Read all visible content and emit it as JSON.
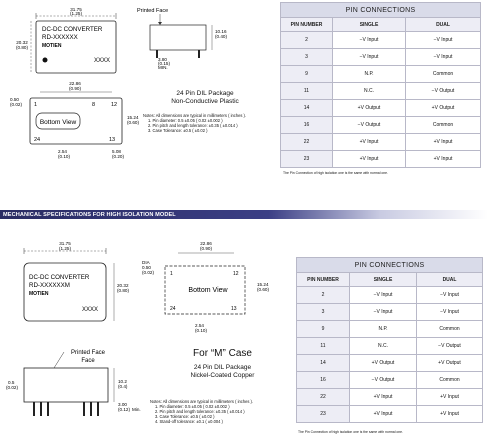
{
  "top": {
    "module": {
      "line1": "DC-DC CONVERTER",
      "line2": "RD-XXXXXX",
      "brand": "MOTIEN",
      "code": "XXXX"
    },
    "dims": {
      "width": "31.75",
      "width_in": "(1.25)",
      "height": "20.32",
      "height_in": "(0.80)",
      "side_height": "10.16",
      "side_height_in": "(0.40)",
      "lead_len": "3.80",
      "lead_len_in": "(0.15)",
      "lead_len_note": "MIN.",
      "pitch_total": "22.86",
      "pitch_total_in": "(0.90)",
      "row_space": "15.24",
      "row_space_in": "(0.60)",
      "edge": "0.50",
      "edge_in": "(0.02)",
      "pitch": "2.54",
      "pitch_in": "(0.10)",
      "pin_off": "5.08",
      "pin_off_in": "(0.20)"
    },
    "printed_face": "Printed Face",
    "bottom_view": "Bottom View",
    "pin_labels": {
      "p1": "1",
      "p12": "12",
      "p13": "13",
      "p24": "24",
      "p8": "8"
    },
    "package": "24 Pin DIL Package",
    "material": "Non-Conductive Plastic",
    "notes": {
      "head": "Notes: All dimensions are typical in millimeters ( inches ).",
      "n1": "1.  Pin diameter: 0.5 ±0.05 ( 0.02 ±0.002 )",
      "n2": "2.  Pin pitch and length tolerance: ±0.35 ( ±0.014 )",
      "n3": "3.  Case Tolerance: ±0.5 ( ±0.02 )"
    },
    "table": {
      "title": "PIN CONNECTIONS",
      "headers": [
        "PIN NUMBER",
        "SINGLE",
        "DUAL"
      ],
      "rows": [
        [
          "2",
          "−V Input",
          "−V Input"
        ],
        [
          "3",
          "−V Input",
          "−V Input"
        ],
        [
          "9",
          "N.P.",
          "Common"
        ],
        [
          "11",
          "N.C.",
          "−V Output"
        ],
        [
          "14",
          "+V Output",
          "+V Output"
        ],
        [
          "16",
          "−V Output",
          "Common"
        ],
        [
          "22",
          "+V Input",
          "+V Input"
        ],
        [
          "23",
          "+V Input",
          "+V Input"
        ]
      ],
      "footnote": "The Pin Connection of high isolation one is the same with normal one."
    }
  },
  "section_title": "MECHANICAL SPECIFICATIONS FOR HIGH ISOLATION MODEL",
  "bottom": {
    "module": {
      "line1": "DC-DC CONVERTER",
      "line2": "RD-XXXXXXM",
      "brand": "MOTIEN",
      "code": "XXXX"
    },
    "dims": {
      "width": "31.75",
      "width_in": "(1.25)",
      "height": "20.32",
      "height_in": "(0.80)",
      "dia": "DIA",
      "dia_val": "0.50",
      "dia_in": "(0.02)",
      "pitch_total": "22.86",
      "pitch_total_in": "(0.90)",
      "row_space": "15.24",
      "row_space_in": "(0.60)",
      "pitch": "2.54",
      "pitch_in": "(0.10)",
      "side_left": "0.5",
      "side_left_in": "(0.02)",
      "side_height": "10.2",
      "side_height_in": "(0.4)",
      "lead_len": "3.00",
      "lead_len_in": "(0.12)",
      "lead_len_note": "Min."
    },
    "bottom_view": "Bottom View",
    "pin_labels": {
      "p1": "1",
      "p12": "12",
      "p13": "13",
      "p24": "24"
    },
    "printed_face": "Printed Face",
    "for_m": "For “M” Case",
    "package": "24 Pin DIL Package",
    "material": "Nickel-Coated Copper",
    "notes": {
      "head": "Notes: All dimensions are typical in millimeters ( inches ).",
      "n1": "1.  Pin diameter: 0.5 ±0.05 ( 0.02 ±0.002 )",
      "n2": "2.  Pin pitch and length tolerance: ±0.35 ( ±0.014 )",
      "n3": "3.  Case Tolerance: ±0.5 ( ±0.02 )",
      "n4": "4.  Stand-off tolerance: ±0.1 ( ±0.004 )"
    },
    "table": {
      "title": "PIN CONNECTIONS",
      "headers": [
        "PIN NUMBER",
        "SINGLE",
        "DUAL"
      ],
      "rows": [
        [
          "2",
          "−V Input",
          "−V Input"
        ],
        [
          "3",
          "−V Input",
          "−V Input"
        ],
        [
          "9",
          "N.P.",
          "Common"
        ],
        [
          "11",
          "N.C.",
          "−V Output"
        ],
        [
          "14",
          "+V Output",
          "+V Output"
        ],
        [
          "16",
          "−V Output",
          "Common"
        ],
        [
          "22",
          "+V Input",
          "+V Input"
        ],
        [
          "23",
          "+V Input",
          "+V Input"
        ]
      ],
      "footnote": "The Pin Connection of high isolation one is the same with normal one."
    }
  }
}
